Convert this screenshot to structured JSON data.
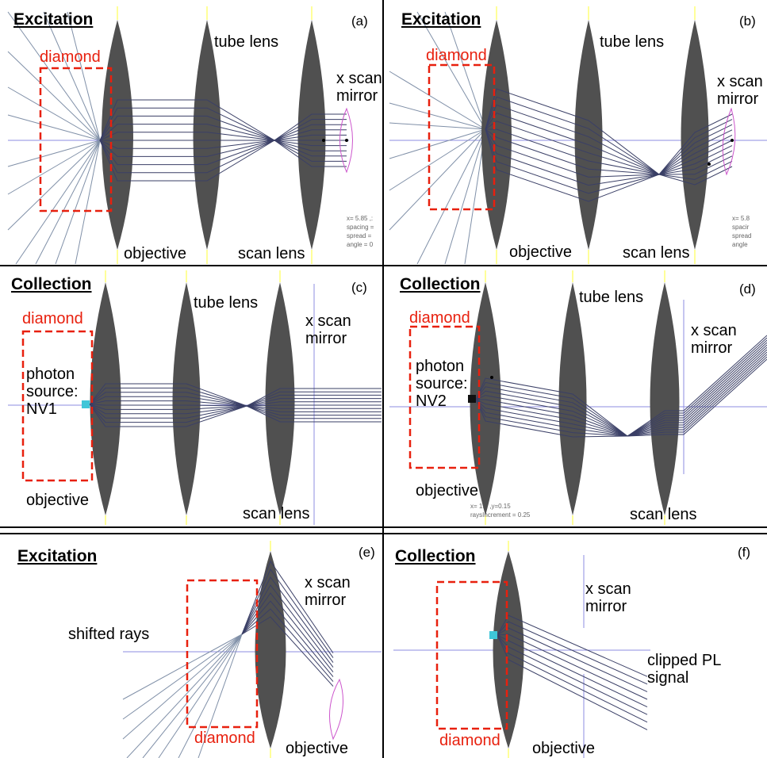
{
  "colors": {
    "lens": "#505050",
    "ray": "#3a3f66",
    "axis": "#8e8ee0",
    "diamond_box": "#e8200e",
    "mirror": "#cc55cc",
    "source": "#3fc6d8",
    "lens_tip": "#ffff99"
  },
  "panels": {
    "a": {
      "heading": "Excitation",
      "letter": "(a)",
      "diamond": "diamond",
      "tube_lens": "tube lens",
      "objective": "objective",
      "scan_lens": "scan lens",
      "mirror": "x scan\nmirror",
      "readout": "x= 5.85 ,:\nspacing =\nspread =\nangle = 0"
    },
    "b": {
      "heading": "Excitation",
      "letter": "(b)",
      "diamond": "diamond",
      "tube_lens": "tube lens",
      "objective": "objective",
      "scan_lens": "scan lens",
      "mirror": "x scan\nmirror",
      "readout": "x= 5.8\nspacir\nspread\nangle"
    },
    "c": {
      "heading": "Collection",
      "letter": "(c)",
      "diamond": "diamond",
      "tube_lens": "tube lens",
      "objective": "objective",
      "scan_lens": "scan lens",
      "mirror": "x scan\nmirror",
      "source": "photon\nsource:\nNV1"
    },
    "d": {
      "heading": "Collection",
      "letter": "(d)",
      "diamond": "diamond",
      "tube_lens": "tube lens",
      "objective": "objective",
      "scan_lens": "scan lens",
      "mirror": "x scan\nmirror",
      "source": "photon\nsource:\nNV2",
      "readout": "x= 1.   ,y=0.15\nraysIncrement = 0.25"
    },
    "e": {
      "heading": "Excitation",
      "letter": "(e)",
      "diamond": "diamond",
      "objective": "objective",
      "mirror": "x scan\nmirror",
      "shifted": "shifted rays"
    },
    "f": {
      "heading": "Collection",
      "letter": "(f)",
      "diamond": "diamond",
      "objective": "objective",
      "mirror": "x scan\nmirror",
      "clipped": "clipped PL\nsignal"
    }
  }
}
